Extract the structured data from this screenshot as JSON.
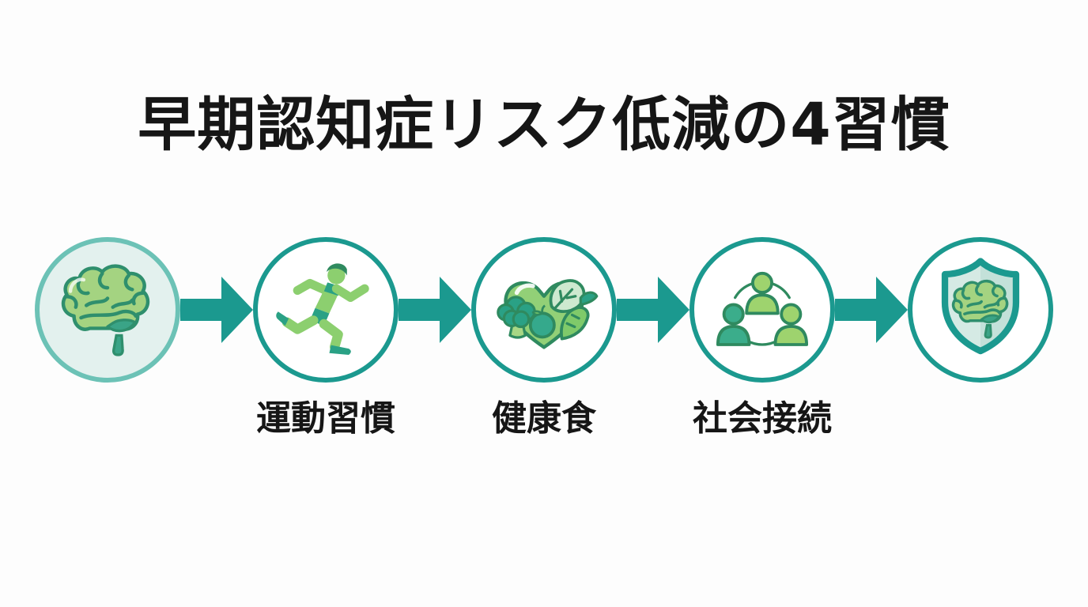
{
  "title": "早期認知症リスク低減の4習慣",
  "colors": {
    "teal": "#1b998f",
    "teal_light": "#6cc2b6",
    "teal_mid": "#2aa185",
    "mint": "#e3f1ee",
    "shield_fill": "#d5eae4",
    "shield_fill_dark": "#c3e1d9",
    "green": "#9ed36e",
    "green_brain": "#a4d381",
    "green_heart": "#92d077",
    "green_dark": "#2f8a5f",
    "leaf_light": "#cde9cf",
    "text": "#161616"
  },
  "steps": [
    {
      "icon": "brain-icon",
      "label": ""
    },
    {
      "icon": "runner-icon",
      "label": "運動習慣"
    },
    {
      "icon": "heart-vegetables-icon",
      "label": "健康食"
    },
    {
      "icon": "people-network-icon",
      "label": "社会接続"
    },
    {
      "icon": "shield-brain-icon",
      "label": ""
    }
  ],
  "arrow": {
    "icon": "arrow-right-icon",
    "count": 4
  }
}
